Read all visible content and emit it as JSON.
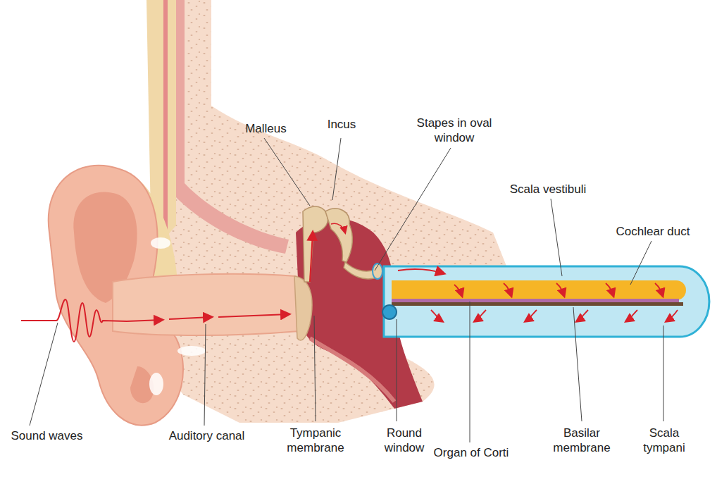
{
  "diagram": {
    "labels": [
      "Malleus",
      "Incus",
      "Stapes in oval window",
      "Scala vestibuli",
      "Cochlear duct",
      "Sound waves",
      "Auditory canal",
      "Tympanic membrane",
      "Round window",
      "Organ of Corti",
      "Basilar membrane",
      "Scala tympani"
    ]
  }
}
